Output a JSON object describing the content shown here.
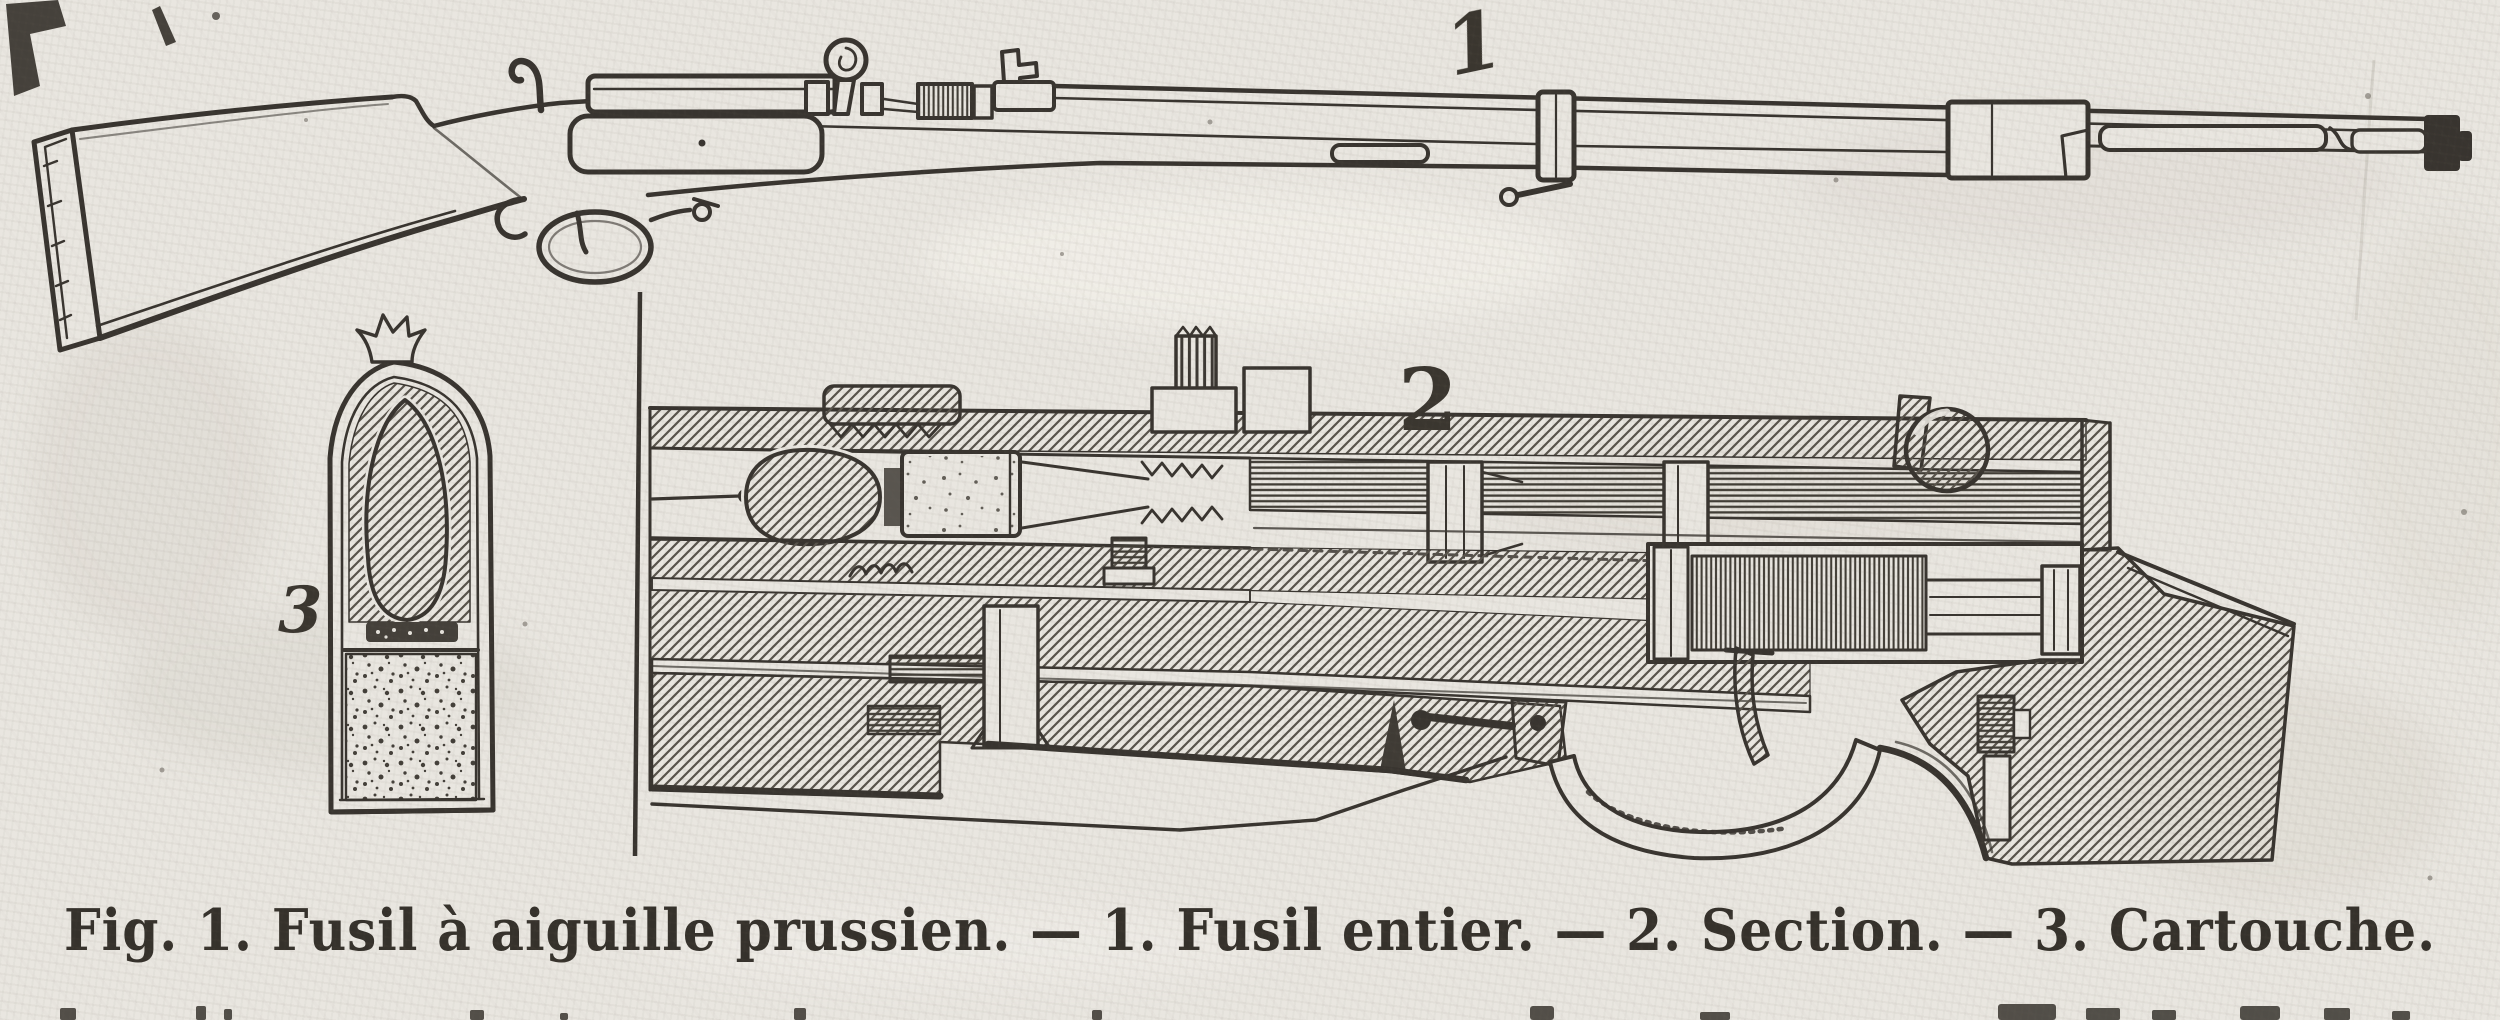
{
  "page": {
    "paper_color": "#e9e6e0",
    "ink_color": "#38342f",
    "hatch_color": "#57524a"
  },
  "figure": {
    "figure_label": "Fig. 1.",
    "title": "Fusil à aiguille prussien",
    "caption": "Fig. 1. Fusil à aiguille prussien. — 1. Fusil entier. — 2. Section. — 3. Cartouche.",
    "callouts": {
      "rifle": "1",
      "section": "2",
      "cartridge": "3"
    },
    "legend": [
      {
        "number": "1",
        "label": "Fusil entier"
      },
      {
        "number": "2",
        "label": "Section"
      },
      {
        "number": "3",
        "label": "Cartouche"
      }
    ]
  }
}
